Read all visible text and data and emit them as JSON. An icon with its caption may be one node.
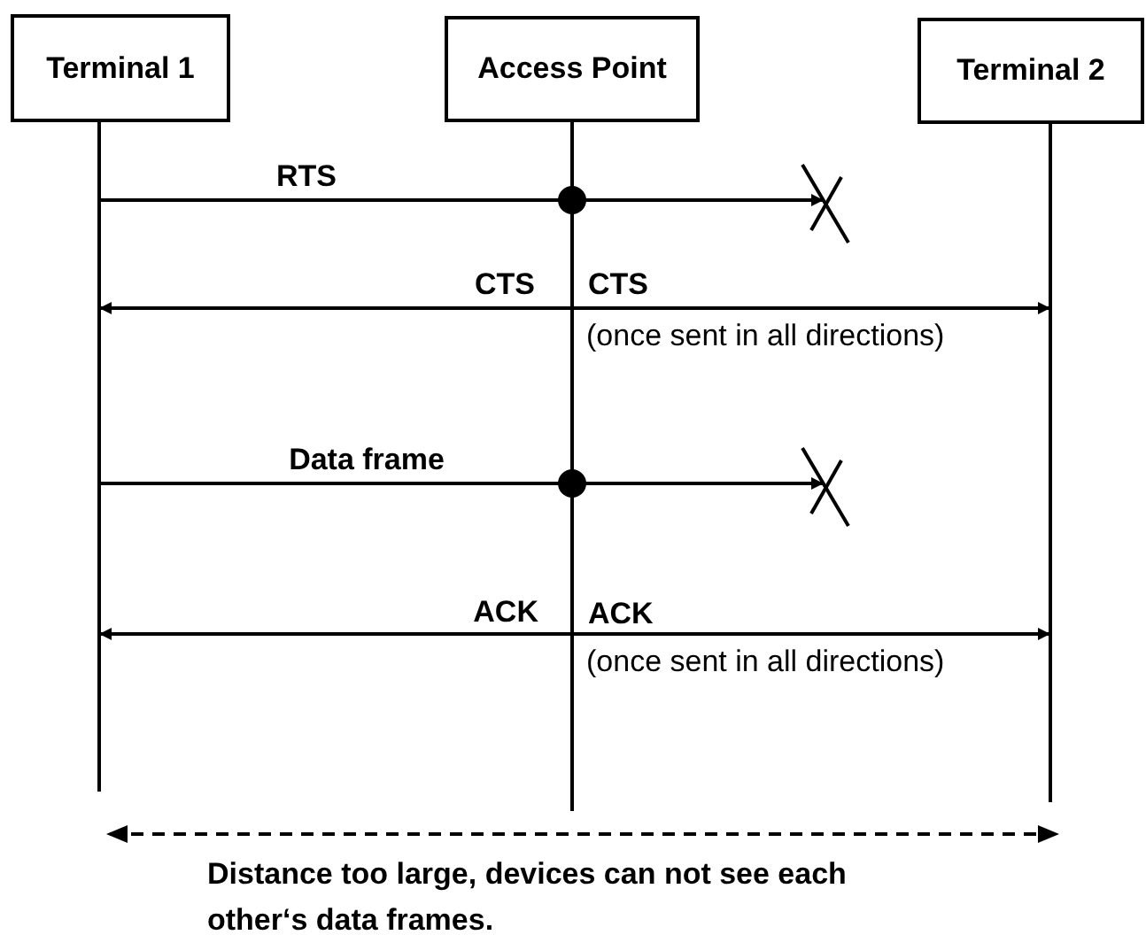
{
  "diagram": {
    "nodes": [
      {
        "text": [
          "Terminal 1"
        ]
      },
      {
        "text": [
          "Access Point"
        ]
      },
      {
        "text": [
          "Terminal 2"
        ]
      }
    ],
    "edges": [
      {
        "from": 0,
        "to": null,
        "arrow": "to",
        "label": "RTS"
      },
      {
        "from": 1,
        "to": 0,
        "arrow": "to",
        "label": "CTS"
      },
      {
        "from": 1,
        "to": 2,
        "arrow": "to",
        "label": "CTS"
      },
      {
        "from": 0,
        "to": null,
        "arrow": "to",
        "label": "Data frame"
      },
      {
        "from": 1,
        "to": 0,
        "arrow": "to",
        "label": "ACK"
      },
      {
        "from": 1,
        "to": 2,
        "arrow": "to",
        "label": "ACK"
      }
    ],
    "labels": [
      "(once sent in all directions)",
      "(once sent in all directions)",
      "Distance too large, devices can not see each other‘s data frames."
    ]
  }
}
